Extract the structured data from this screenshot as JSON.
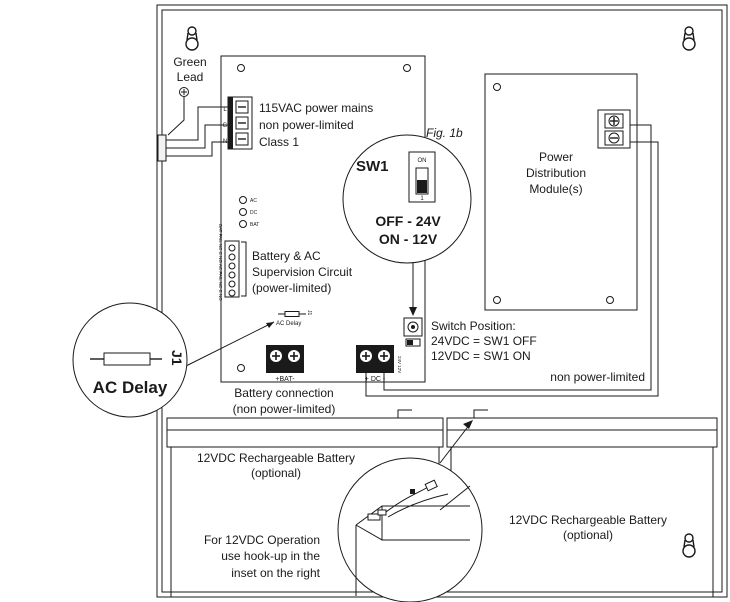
{
  "labels": {
    "green_lead_1": "Green",
    "green_lead_2": "Lead",
    "mains_1": "115VAC power mains",
    "mains_2": "non power-limited",
    "mains_3": "Class 1",
    "fig": "Fig. 1b",
    "sw1": "SW1",
    "sw_on_small": "ON",
    "sw_one_small": "1",
    "off_24v": "OFF - 24V",
    "on_12v": "ON - 12V",
    "pdm_1": "Power",
    "pdm_2": "Distribution",
    "pdm_3": "Module(s)",
    "batt_sup_1": "Battery & AC",
    "batt_sup_2": "Supervision Circuit",
    "batt_sup_3": "(power-limited)",
    "ac_delay_small": "AC Delay",
    "j1_small": "J1",
    "ac_delay_big": "AC Delay",
    "j1_big": "J1",
    "switch_pos_1": "Switch Position:",
    "switch_pos_2": "24VDC = SW1 OFF",
    "switch_pos_3": "12VDC = SW1 ON",
    "npl_right": "non power-limited",
    "bat_term": "+BAT-",
    "dc_term": "+ DC -",
    "batt_conn_1": "Battery connection",
    "batt_conn_2": "(non power-limited)",
    "batt_left_1": "12VDC Rechargeable Battery",
    "batt_left_2": "(optional)",
    "batt_right_1": "12VDC Rechargeable Battery",
    "batt_right_2": "(optional)",
    "op_1": "For 12VDC Operation",
    "op_2": "use hook-up in the",
    "op_3": "inset on the right",
    "terminal_l": "L",
    "terminal_g": "G",
    "terminal_n": "N",
    "led_ac": "AC",
    "led_dc": "DC",
    "led_bat": "BAT",
    "supervision_pins": "BAT FAIL NC C NO  AC FAIL NC C NO",
    "tiny_mark": "24V 12V"
  }
}
